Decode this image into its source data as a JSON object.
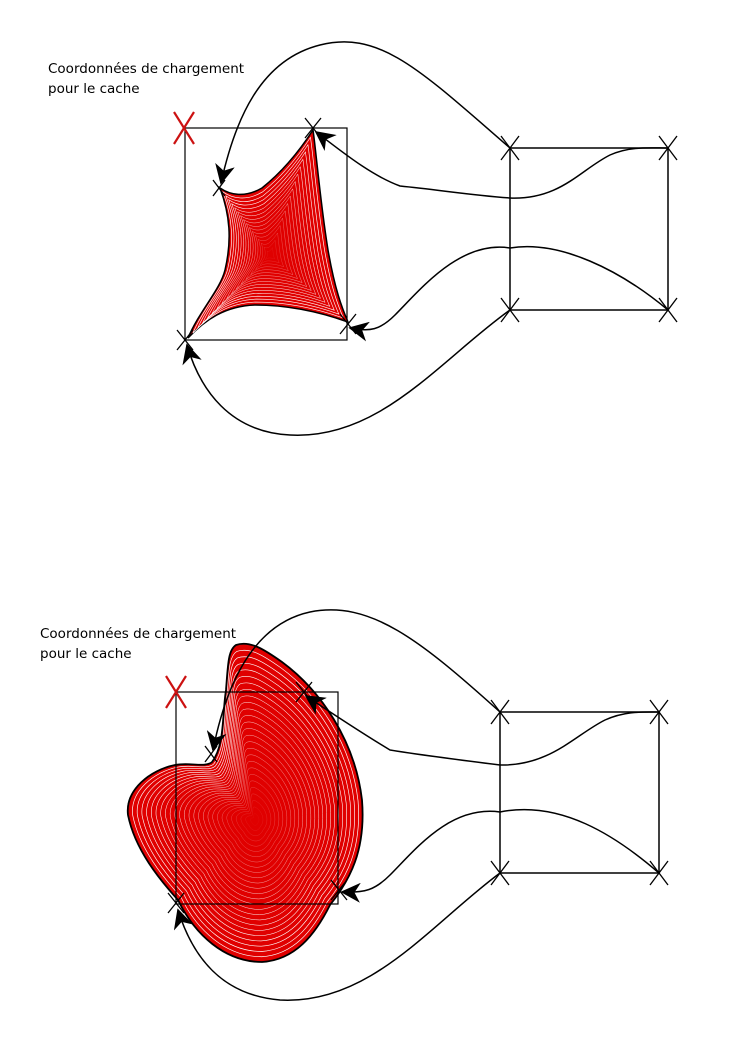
{
  "colors": {
    "ink": "#000000",
    "fill": "#e00000",
    "marker": "#cc1111"
  },
  "diagram_top": {
    "label_line1": "Coordonnées de chargement",
    "label_line2": "pour le cache"
  },
  "diagram_bottom": {
    "label_line1": "Coordonnées de chargement",
    "label_line2": "pour le cache"
  }
}
